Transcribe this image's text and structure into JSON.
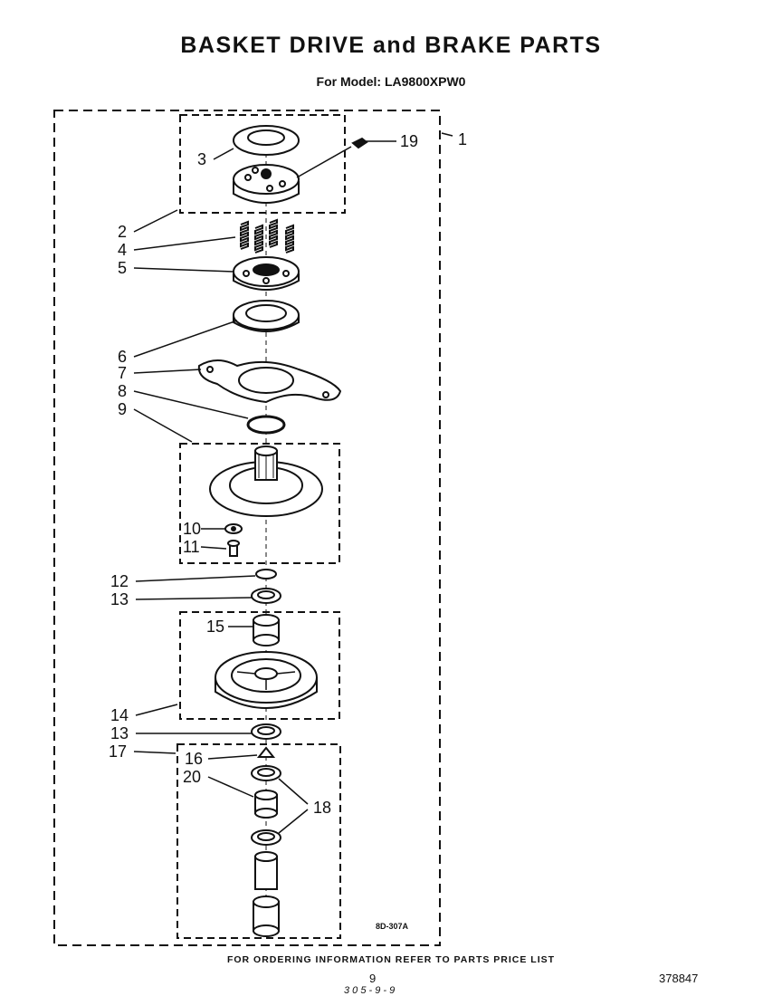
{
  "title": "BASKET DRIVE and BRAKE PARTS",
  "subtitle": "For Model: LA9800XPW0",
  "callouts": [
    "1",
    "2",
    "3",
    "4",
    "5",
    "6",
    "7",
    "8",
    "9",
    "10",
    "11",
    "12",
    "13",
    "13",
    "14",
    "15",
    "16",
    "17",
    "18",
    "19",
    "20"
  ],
  "drawing_code": "8D-307A",
  "footer": "FOR ORDERING INFORMATION REFER TO PARTS PRICE LIST",
  "page_number": "9",
  "document_number": "378847",
  "handwritten_note": "3 0 5 - 9 - 9"
}
